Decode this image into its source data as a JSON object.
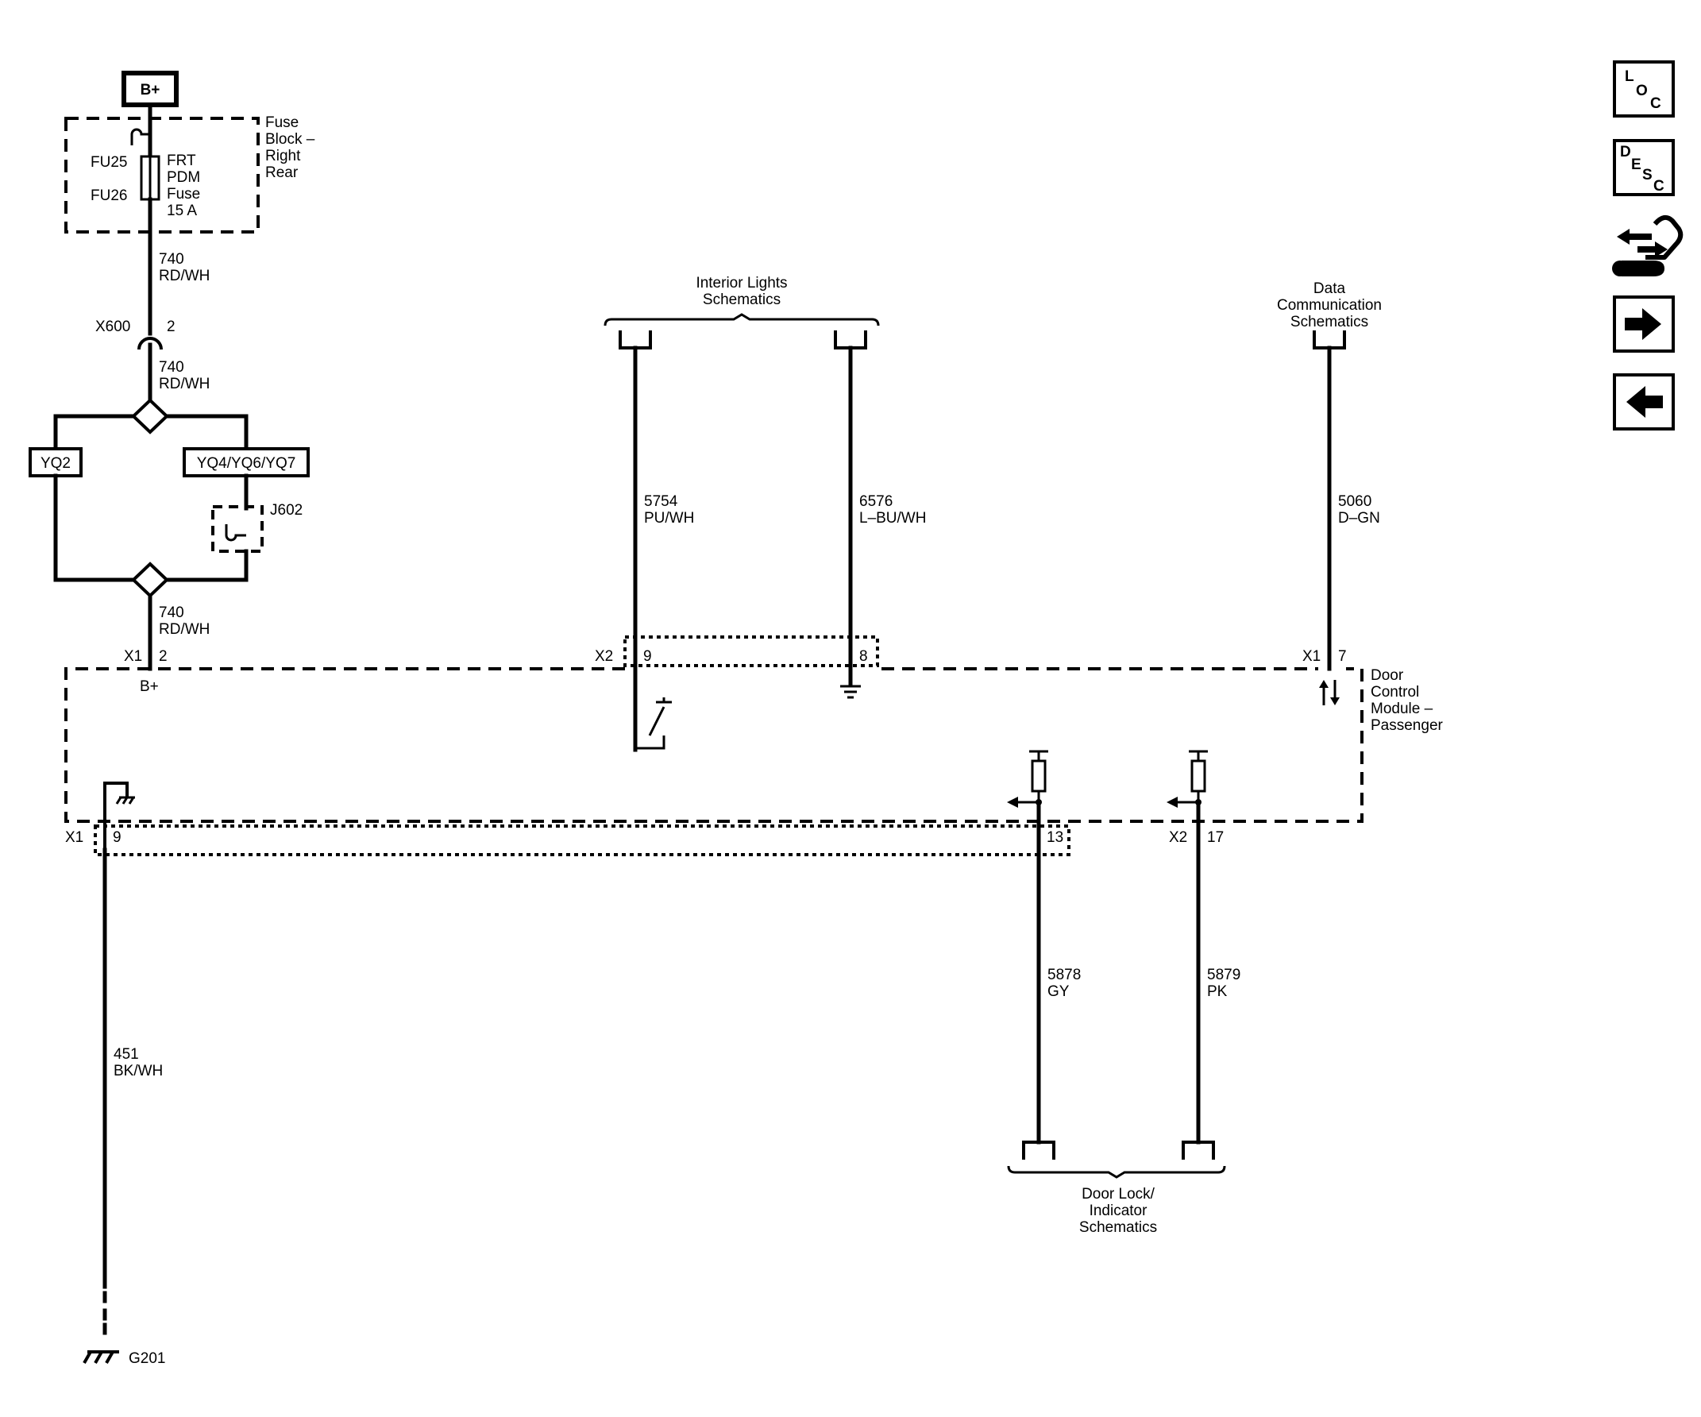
{
  "source": {
    "label": "B+"
  },
  "fuse_block": {
    "name": [
      "Fuse",
      "Block –",
      "Right",
      "Rear"
    ],
    "fuse_ids": [
      "FU25",
      "FU26"
    ],
    "fuse_name": [
      "FRT",
      "PDM",
      "Fuse",
      "15 A"
    ]
  },
  "wires": {
    "w740_a": [
      "740",
      "RD/WH"
    ],
    "w740_b": [
      "740",
      "RD/WH"
    ],
    "w740_c": [
      "740",
      "RD/WH"
    ],
    "w5754": [
      "5754",
      "PU/WH"
    ],
    "w6576": [
      "6576",
      "L–BU/WH"
    ],
    "w5060": [
      "5060",
      "D–GN"
    ],
    "w5878": [
      "5878",
      "GY"
    ],
    "w5879": [
      "5879",
      "PK"
    ],
    "w451": [
      "451",
      "BK/WH"
    ]
  },
  "connectors": {
    "x600": "X600",
    "x600_pin": "2",
    "x1": "X1",
    "x1_b_pin": "2",
    "x2": "X2",
    "x2_pin_a": "9",
    "x2_pin_b": "8",
    "x1_r": "X1",
    "x1_r_pin": "7",
    "x1_bottom": "X1",
    "x1_bottom_pin": "9",
    "pin13": "13",
    "x2_bottom": "X2",
    "pin17": "17",
    "j602": "J602"
  },
  "options": {
    "yq2": "YQ2",
    "yq467": "YQ4/YQ6/YQ7"
  },
  "module": {
    "bplus": "B+",
    "name": [
      "Door",
      "Control",
      "Module –",
      "Passenger"
    ]
  },
  "refs": {
    "interior": [
      "Interior Lights",
      "Schematics"
    ],
    "data_comm": [
      "Data",
      "Communication",
      "Schematics"
    ],
    "door_lock": [
      "Door Lock/",
      "Indicator",
      "Schematics"
    ]
  },
  "ground": {
    "label": "G201"
  },
  "nav": {
    "loc": [
      "L",
      "O",
      "C"
    ],
    "desc": [
      "D",
      "E",
      "S",
      "C"
    ]
  }
}
